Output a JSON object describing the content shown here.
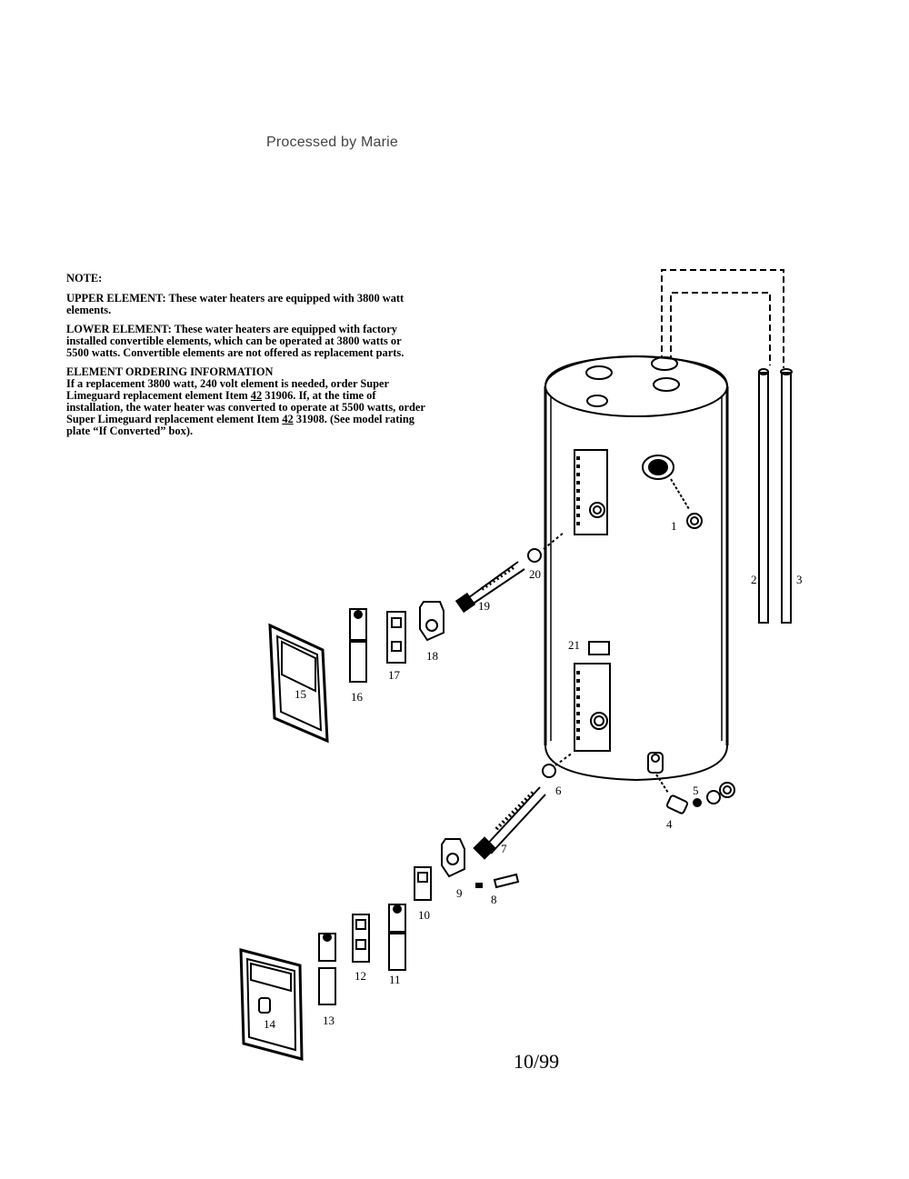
{
  "header": {
    "processed_by": "Processed by Marie"
  },
  "notes": {
    "note_title": "NOTE:",
    "upper_label": "UPPER ELEMENT:",
    "upper_text": "These water heaters are equipped with 3800 watt elements.",
    "lower_label": "LOWER ELEMENT:",
    "lower_text": "These water heaters are equipped with factory installed convertible elements, which can be operated at 3800 watts or 5500 watts. Convertible elements are not offered as replacement parts.",
    "ordering_title": "ELEMENT ORDERING INFORMATION",
    "ordering_text_1": "If a replacement 3800 watt, 240 volt element is needed, order Super Limeguard replacement element Item ",
    "ordering_item_1_prefix": "42",
    "ordering_item_1_number": " 31906.",
    "ordering_text_2": " If, at the time of installation, the water heater was converted to operate at 5500 watts, order Super Limeguard replacement element Item ",
    "ordering_item_2_prefix": "42",
    "ordering_item_2_number": " 31908.",
    "ordering_text_3": " (See model rating plate “If Converted” box)."
  },
  "part_labels": {
    "p1": "1",
    "p2": "2",
    "p3": "3",
    "p4": "4",
    "p5": "5",
    "p6": "6",
    "p7": "7",
    "p8": "8",
    "p9": "9",
    "p10": "10",
    "p11": "11",
    "p12": "12",
    "p13": "13",
    "p14": "14",
    "p15": "15",
    "p16": "16",
    "p17": "17",
    "p18": "18",
    "p19": "19",
    "p20": "20",
    "p21": "21"
  },
  "footer": {
    "date": "10/99"
  }
}
